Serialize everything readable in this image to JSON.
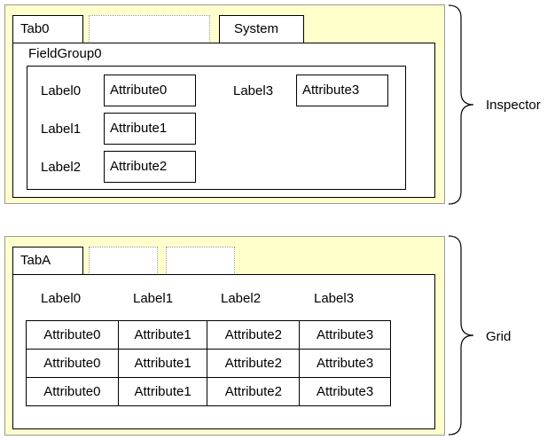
{
  "inspector": {
    "tabs": [
      "Tab0",
      "",
      "System"
    ],
    "field_group": "FieldGroup0",
    "labels": [
      "Label0",
      "Label1",
      "Label2",
      "Label3"
    ],
    "attributes": [
      "Attribute0",
      "Attribute1",
      "Attribute2",
      "Attribute3"
    ],
    "side_label": "Inspector"
  },
  "grid": {
    "tabs": [
      "TabA",
      "",
      ""
    ],
    "headers": [
      "Label0",
      "Label1",
      "Label2",
      "Label3"
    ],
    "rows": [
      [
        "Attribute0",
        "Attribute1",
        "Attribute2",
        "Attribute3"
      ],
      [
        "Attribute0",
        "Attribute1",
        "Attribute2",
        "Attribute3"
      ],
      [
        "Attribute0",
        "Attribute1",
        "Attribute2",
        "Attribute3"
      ]
    ],
    "side_label": "Grid"
  }
}
